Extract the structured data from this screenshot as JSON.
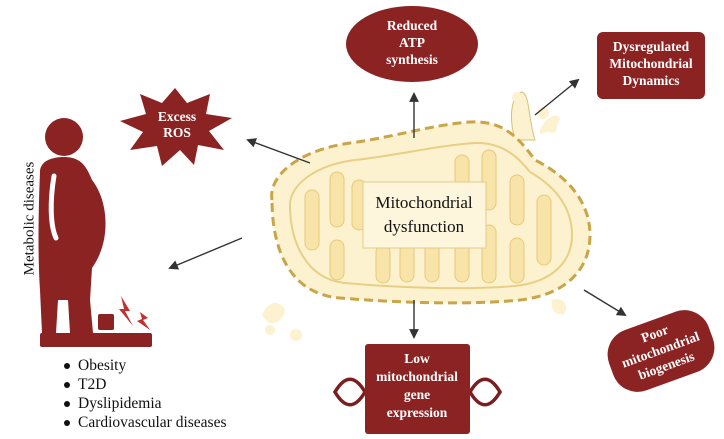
{
  "center": {
    "line1": "Mitochondrial",
    "line2": "dysfunction"
  },
  "nodes": {
    "ros": {
      "line1": "Excess",
      "line2": "ROS"
    },
    "atp": {
      "line1": "Reduced",
      "line2": "ATP",
      "line3": "synthesis"
    },
    "dynamics": {
      "line1": "Dysregulated",
      "line2": "Mitochondrial",
      "line3": "Dynamics"
    },
    "biogenesis": {
      "line1": "Poor",
      "line2": "mitochondrial",
      "line3": "biogenesis"
    },
    "gene": {
      "line1": "Low",
      "line2": "mitochondrial",
      "line3": "gene",
      "line4": "expression"
    }
  },
  "side_label": "Metabolic diseases",
  "diseases": [
    "Obesity",
    "T2D",
    "Dyslipidemia",
    "Cardiovascular diseases"
  ],
  "colors": {
    "dark_red": "#8b2323",
    "mito_fill": "#fdf2cf",
    "mito_stroke": "#c9a548",
    "crista": "#f8e4a8",
    "arrow": "#333333"
  },
  "icons": [
    "person-silhouette-icon",
    "scale-icon",
    "lightning-icon",
    "dna-helix-icon",
    "burst-star-icon"
  ]
}
